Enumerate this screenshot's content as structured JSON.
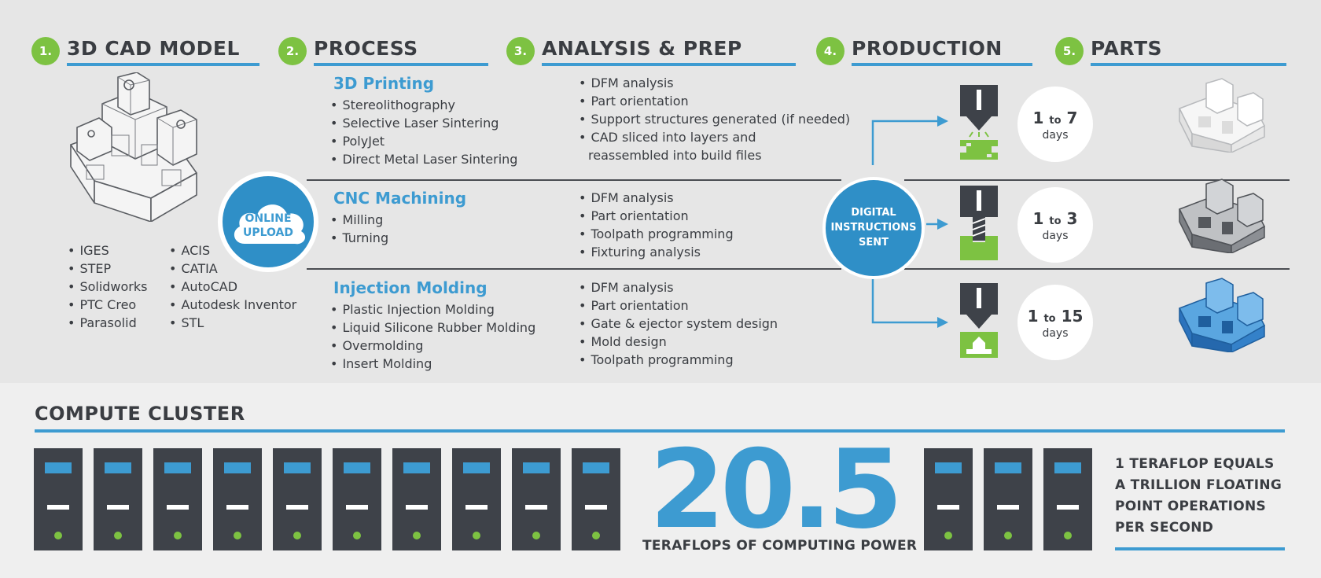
{
  "steps": [
    {
      "num": "1.",
      "title": "3D CAD MODEL"
    },
    {
      "num": "2.",
      "title": "PROCESS"
    },
    {
      "num": "3.",
      "title": "ANALYSIS & PREP"
    },
    {
      "num": "4.",
      "title": "PRODUCTION"
    },
    {
      "num": "5.",
      "title": "PARTS"
    }
  ],
  "file_formats": {
    "left": [
      "IGES",
      "STEP",
      "Solidworks",
      "PTC Creo",
      "Parasolid"
    ],
    "right": [
      "ACIS",
      "CATIA",
      "AutoCAD",
      "Autodesk Inventor",
      "STL"
    ]
  },
  "upload": {
    "line1": "ONLINE",
    "line2": "UPLOAD"
  },
  "processes": [
    {
      "title": "3D Printing",
      "items": [
        "Stereolithography",
        "Selective Laser Sintering",
        "PolyJet",
        "Direct Metal Laser Sintering"
      ]
    },
    {
      "title": "CNC Machining",
      "items": [
        "Milling",
        "Turning"
      ]
    },
    {
      "title": "Injection Molding",
      "items": [
        "Plastic Injection Molding",
        "Liquid Silicone Rubber Molding",
        "Overmolding",
        "Insert Molding"
      ]
    }
  ],
  "analysis": [
    [
      "DFM analysis",
      "Part orientation",
      "Support structures generated (if needed)",
      "CAD sliced into layers and"
    ],
    [
      "DFM analysis",
      "Part orientation",
      "Toolpath programming",
      "Fixturing analysis"
    ],
    [
      "DFM analysis",
      "Part orientation",
      "Gate & ejector system design",
      "Mold design",
      "Toolpath programming"
    ]
  ],
  "analysis_continuation": "reassembled into build files",
  "digital": {
    "line1": "DIGITAL",
    "line2": "INSTRUCTIONS",
    "line3": "SENT"
  },
  "lead_times": [
    {
      "from": "1",
      "to_word": "to",
      "to": "7",
      "unit": "days"
    },
    {
      "from": "1",
      "to_word": "to",
      "to": "3",
      "unit": "days"
    },
    {
      "from": "1",
      "to_word": "to",
      "to": "15",
      "unit": "days"
    }
  ],
  "cluster": {
    "title": "COMPUTE CLUSTER",
    "big_number": "20.5",
    "caption": "TERAFLOPS OF COMPUTING POWER",
    "note": [
      "1 TERAFLOP EQUALS",
      "A TRILLION FLOATING",
      "POINT OPERATIONS",
      "PER SECOND"
    ]
  },
  "colors": {
    "accent_blue": "#3d9bd1",
    "accent_green": "#7dc242",
    "dark": "#3e4249"
  }
}
